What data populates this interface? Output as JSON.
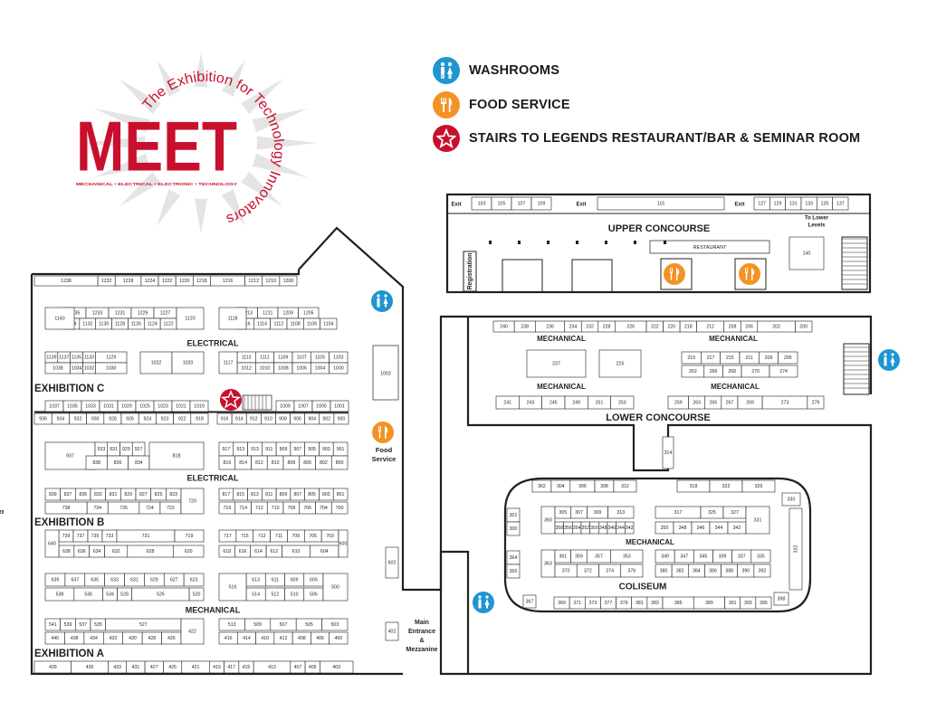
{
  "logo": {
    "word": "MEET",
    "tagline": "The Exhibition for Technology Innovators",
    "subline": "MECHANICAL • ELECTRICAL • ELECTRONIC • TECHNOLOGY"
  },
  "colors": {
    "accent": "#c8102e",
    "water": "#1f95d2",
    "food": "#f39325",
    "line": "#231f20"
  },
  "legend": [
    {
      "icon": "washroom-icon",
      "label": "WASHROOMS"
    },
    {
      "icon": "food-service-icon",
      "label": "FOOD SERVICE"
    },
    {
      "icon": "star-icon",
      "label": "STAIRS TO LEGENDS RESTAURANT/BAR & SEMINAR ROOM"
    }
  ],
  "halls": {
    "exhibition_c": "EXHIBITION C",
    "exhibition_b": "EXHIBITION B",
    "exhibition_a": "EXHIBITION A",
    "upper_concourse": "UPPER CONCOURSE",
    "lower_concourse": "LOWER CONCOURSE",
    "coliseum": "COLISEUM",
    "electrical": "ELECTRICAL",
    "mechanical": "MECHANICAL",
    "restaurant": "RESTAURANT",
    "registration": "Registration",
    "exit": "Exit",
    "to_lower_levels": "To Lower Levels",
    "food_service": "Food Service",
    "main_entrance": "Main Entrance & Mezzanine"
  },
  "booths": {
    "upper": [
      [
        "103",
        "105",
        "107",
        "109"
      ],
      [
        "115"
      ],
      [
        "127",
        "129",
        "131",
        "133",
        "135",
        "137"
      ],
      [
        "140"
      ]
    ],
    "ex_c_top": [
      "1238",
      "1232",
      "1228",
      "1224",
      "1222",
      "1220",
      "1218",
      "1216",
      "1212",
      "1210",
      "1208"
    ],
    "ex_c_block1_top": [
      "1235",
      "1233",
      "1231",
      "1229",
      "1227"
    ],
    "ex_c_block1_bot": [
      "1134",
      "1132",
      "1130",
      "1128",
      "1126",
      "1124",
      "1122"
    ],
    "ex_c_block1_side": [
      "1140",
      "1120"
    ],
    "ex_c_block2_top": [
      "1213",
      "1211",
      "1209",
      "1205"
    ],
    "ex_c_block2_bot": [
      "1116",
      "1114",
      "1112",
      "1108",
      "1106",
      "1104"
    ],
    "ex_c_block2_side": [
      "1118"
    ],
    "ex_c_row3_top": [
      "1139",
      "1137",
      "1135",
      "1133",
      "1129"
    ],
    "ex_c_row3_bot": [
      "1038",
      "1034",
      "1032",
      "1030"
    ],
    "ex_c_row3_mid": [
      "1022",
      "1020"
    ],
    "ex_c_row3b_top": [
      "1113",
      "1111",
      "1109",
      "1107",
      "1105",
      "1103"
    ],
    "ex_c_row3b_bot": [
      "1012",
      "1010",
      "1008",
      "1006",
      "1004",
      "1000"
    ],
    "ex_c_row3b_side": [
      "1117"
    ],
    "ex_c_1002": "1002",
    "ex_c_row4_top": [
      "1037",
      "1035",
      "1033",
      "1031",
      "1029",
      "1025",
      "1023",
      "1021",
      "1019"
    ],
    "ex_c_row4_bot": [
      "936",
      "934",
      "932",
      "930",
      "928",
      "926",
      "924",
      "923",
      "922",
      "918"
    ],
    "ex_c_row4b_top": [
      "1009",
      "1007",
      "1005",
      "1001"
    ],
    "ex_c_row4b_bot": [
      "916",
      "914",
      "912",
      "910",
      "908",
      "906",
      "904",
      "902",
      "900"
    ],
    "ex_c_row5_a": [
      "937"
    ],
    "ex_c_row5_top": [
      "933",
      "931",
      "929",
      "927"
    ],
    "ex_c_row5_bot": [
      "838",
      "836",
      "834"
    ],
    "ex_c_row5_side": [
      "818"
    ],
    "ex_c_row5b_top": [
      "917",
      "913",
      "913",
      "911",
      "909",
      "907",
      "905",
      "903",
      "901"
    ],
    "ex_c_row5b_bot": [
      "816",
      "814",
      "812",
      "810",
      "808",
      "806",
      "802",
      "800"
    ],
    "ex_b_row1_top": [
      "839",
      "837",
      "835",
      "833",
      "831",
      "829",
      "827",
      "825",
      "823"
    ],
    "ex_b_row1_bot": [
      "738",
      "734",
      "726",
      "724",
      "722"
    ],
    "ex_b_row1_side": [
      "720"
    ],
    "ex_b_row1b_top": [
      "817",
      "815",
      "813",
      "811",
      "809",
      "807",
      "805",
      "803",
      "801"
    ],
    "ex_b_row1b_bot": [
      "716",
      "714",
      "712",
      "710",
      "708",
      "706",
      "704",
      "700"
    ],
    "ex_b_row2_top": [
      "739",
      "737",
      "735",
      "733",
      "731",
      "719"
    ],
    "ex_b_row2_bot": [
      "638",
      "636",
      "634",
      "632",
      "628",
      "620"
    ],
    "ex_b_row2_side": [
      "640"
    ],
    "ex_b_row2b_top": [
      "717",
      "715",
      "713",
      "711",
      "709",
      "705",
      "703"
    ],
    "ex_b_row2b_bot": [
      "618",
      "616",
      "614",
      "612",
      "610",
      "604"
    ],
    "ex_b_row2b_side": [
      "600"
    ],
    "ex_b_row3_top": [
      "639",
      "637",
      "635",
      "633",
      "631",
      "629",
      "627",
      "623"
    ],
    "ex_b_row3_bot": [
      "538",
      "536",
      "534",
      "528",
      "526",
      "520"
    ],
    "ex_b_row3b_top": [
      "613",
      "611",
      "609",
      "605"
    ],
    "ex_b_row3b_bot": [
      "514",
      "512",
      "510",
      "506"
    ],
    "ex_b_row3b_side": [
      "516",
      "500"
    ],
    "ex_b_602": "602",
    "ex_a_row1_top": [
      "541",
      "539",
      "537",
      "535",
      "527"
    ],
    "ex_a_row1_bot": [
      "440",
      "438",
      "434",
      "432",
      "430",
      "428",
      "426"
    ],
    "ex_a_row1_side": [
      "422"
    ],
    "ex_a_row1b_top": [
      "513",
      "509",
      "507",
      "505",
      "503"
    ],
    "ex_a_row1b_bot": [
      "416",
      "414",
      "410",
      "412",
      "408",
      "406",
      "400"
    ],
    "ex_a_bottom": [
      "439",
      "435",
      "433",
      "431",
      "427",
      "425",
      "421",
      "419",
      "417",
      "415",
      "413",
      "407",
      "405",
      "403"
    ],
    "ex_a_402": "402",
    "lc_top": [
      "240",
      "238",
      "236",
      "234",
      "232",
      "228",
      "226",
      "222",
      "220",
      "218",
      "212",
      "208",
      "206",
      "202",
      "200"
    ],
    "lc_mid_a": [
      "237",
      "225"
    ],
    "lc_mid_b_top": [
      "219",
      "217",
      "215",
      "211",
      "209",
      "205"
    ],
    "lc_mid_b_bot": [
      "262",
      "266",
      "268",
      "270",
      "274"
    ],
    "lc_bot_a": [
      "241",
      "243",
      "245",
      "249",
      "251",
      "253"
    ],
    "lc_bot_b": [
      "259",
      "263",
      "265",
      "267",
      "269",
      "273",
      "279"
    ],
    "lc_314": "314",
    "col_top": [
      "362",
      "304",
      "306",
      "308",
      "312",
      "318",
      "322",
      "326"
    ],
    "col_ring": [
      "301",
      "300",
      "364",
      "365",
      "367",
      "330",
      "332",
      "398"
    ],
    "col_r1_top": [
      "305",
      "307",
      "309",
      "313",
      "317",
      "325",
      "327"
    ],
    "col_r1_bot": [
      "358",
      "356",
      "354",
      "352",
      "350",
      "348",
      "346",
      "344",
      "342"
    ],
    "col_r1_side": [
      "360",
      "331"
    ],
    "col_r2_top": [
      "361",
      "359",
      "357",
      "353",
      "349",
      "347",
      "345",
      "339",
      "337",
      "335"
    ],
    "col_r2_bot": [
      "370",
      "372",
      "374",
      "376",
      "380",
      "382",
      "384",
      "386",
      "388",
      "390",
      "392"
    ],
    "col_r2_side": [
      "363"
    ],
    "col_bottom": [
      "369",
      "371",
      "373",
      "377",
      "379",
      "381",
      "383",
      "385",
      "389",
      "391",
      "393",
      "395"
    ]
  }
}
